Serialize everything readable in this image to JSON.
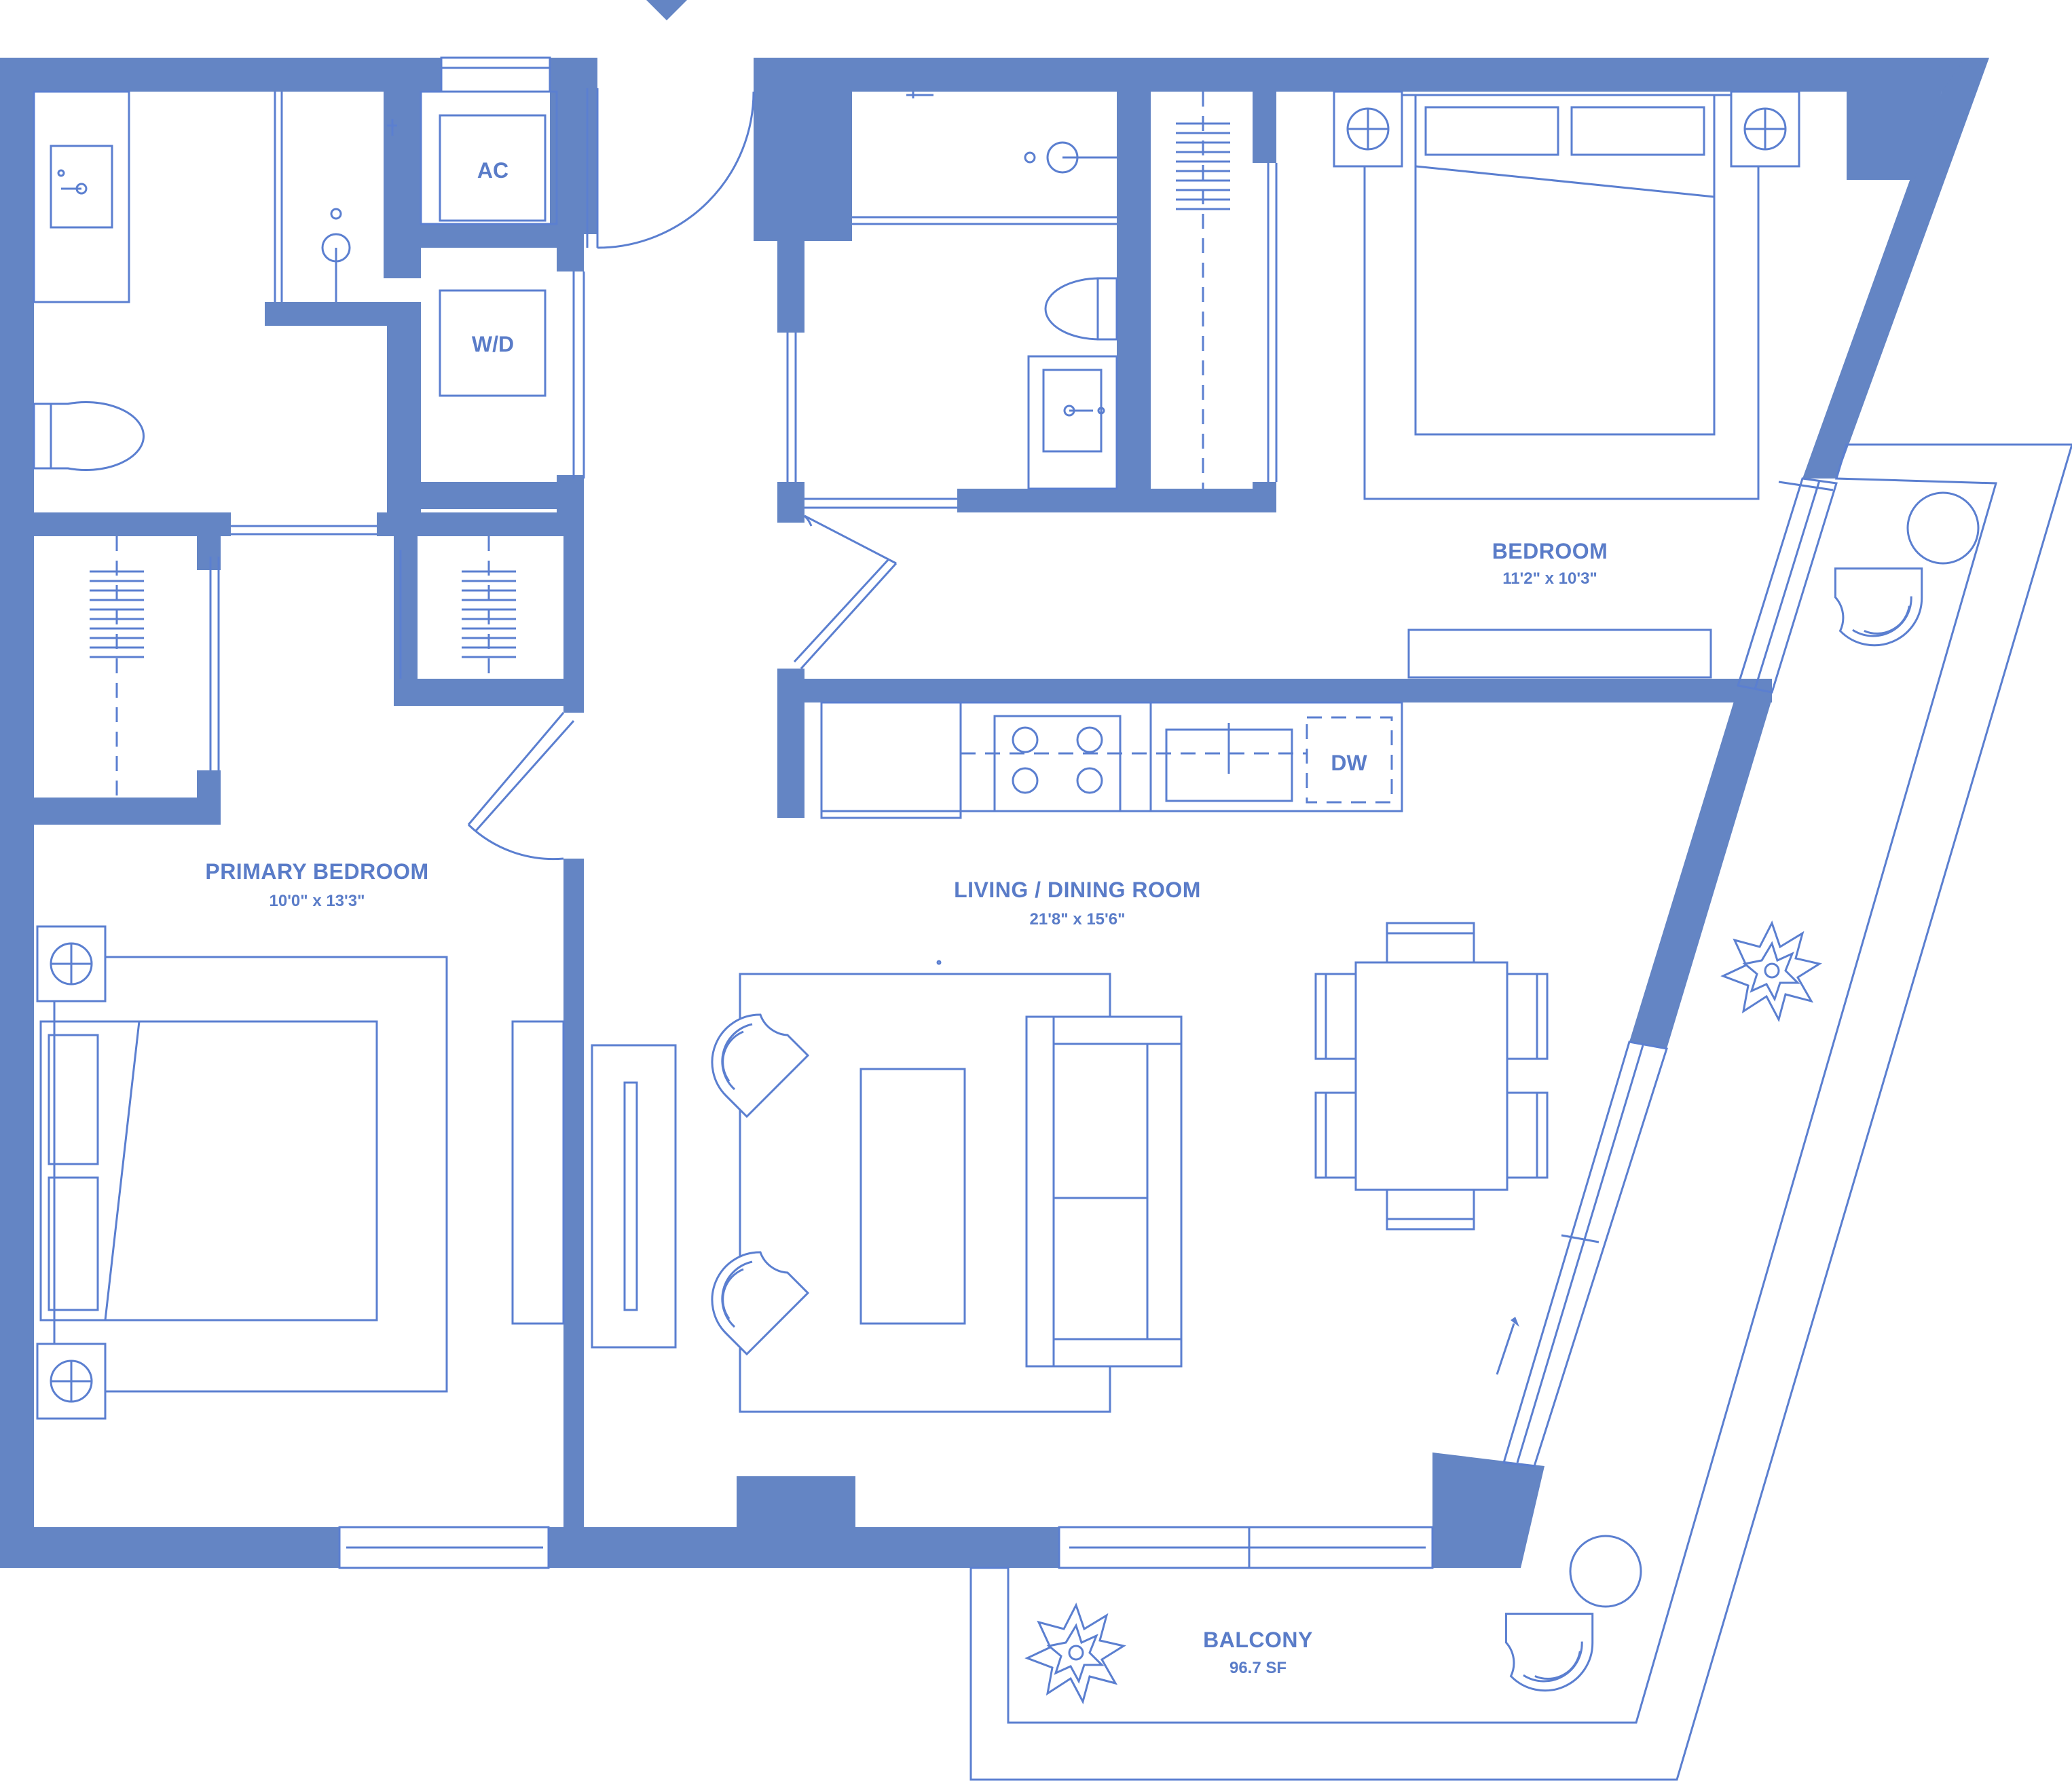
{
  "colors": {
    "wall": "#6485c4",
    "line": "#5b7fd0",
    "label": "#5a7cc8",
    "background": "#ffffff"
  },
  "rooms": {
    "primary_bedroom": {
      "name": "PRIMARY BEDROOM",
      "dimensions": "10'0\" x 13'3\""
    },
    "bedroom": {
      "name": "BEDROOM",
      "dimensions": "11'2\" x 10'3\""
    },
    "living_dining": {
      "name": "LIVING / DINING ROOM",
      "dimensions": "21'8\" x 15'6\""
    },
    "balcony": {
      "name": "BALCONY",
      "dimensions": "96.7 SF"
    }
  },
  "appliances": {
    "ac": "AC",
    "washer_dryer": "W/D",
    "dishwasher": "DW"
  },
  "icons": [
    "entry-arrow-icon",
    "plant-icon",
    "armchair-icon",
    "toilet-icon",
    "sink-icon",
    "cooktop-icon",
    "lamp-icon"
  ]
}
